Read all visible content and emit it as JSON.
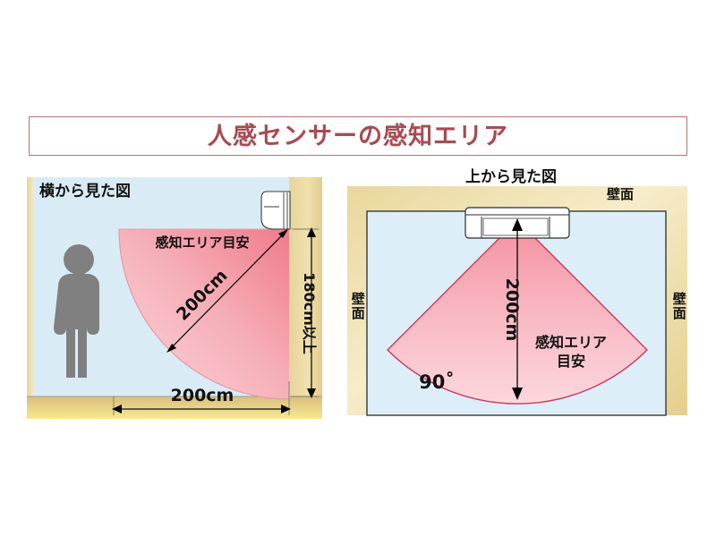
{
  "title": {
    "text": "人感センサーの感知エリア",
    "border_color": "#b5737a",
    "text_color": "#a84b52"
  },
  "side_view": {
    "heading": "横から見た図",
    "area_label": "感知エリア目安",
    "diagonal_distance": "200cm",
    "floor_distance": "200cm",
    "mount_height": "180cm以上",
    "wall_color": "#e8d79a",
    "floor_color": "#dcc489",
    "room_color": "#d8ebf5",
    "person_color": "#808080",
    "sensor_color": "#ffffff",
    "area_color": "#f49aa6"
  },
  "top_view": {
    "heading": "上から見た図",
    "area_label_line1": "感知エリア",
    "area_label_line2": "目安",
    "distance": "200cm",
    "angle": "90˚",
    "wall_label_top": "壁面",
    "wall_label_left": "壁面",
    "wall_label_right": "壁面",
    "wall_color": "#e8d79a",
    "room_color": "#ddeef8",
    "area_color": "#f6a8b3",
    "area_outline": "#c83c5e"
  }
}
